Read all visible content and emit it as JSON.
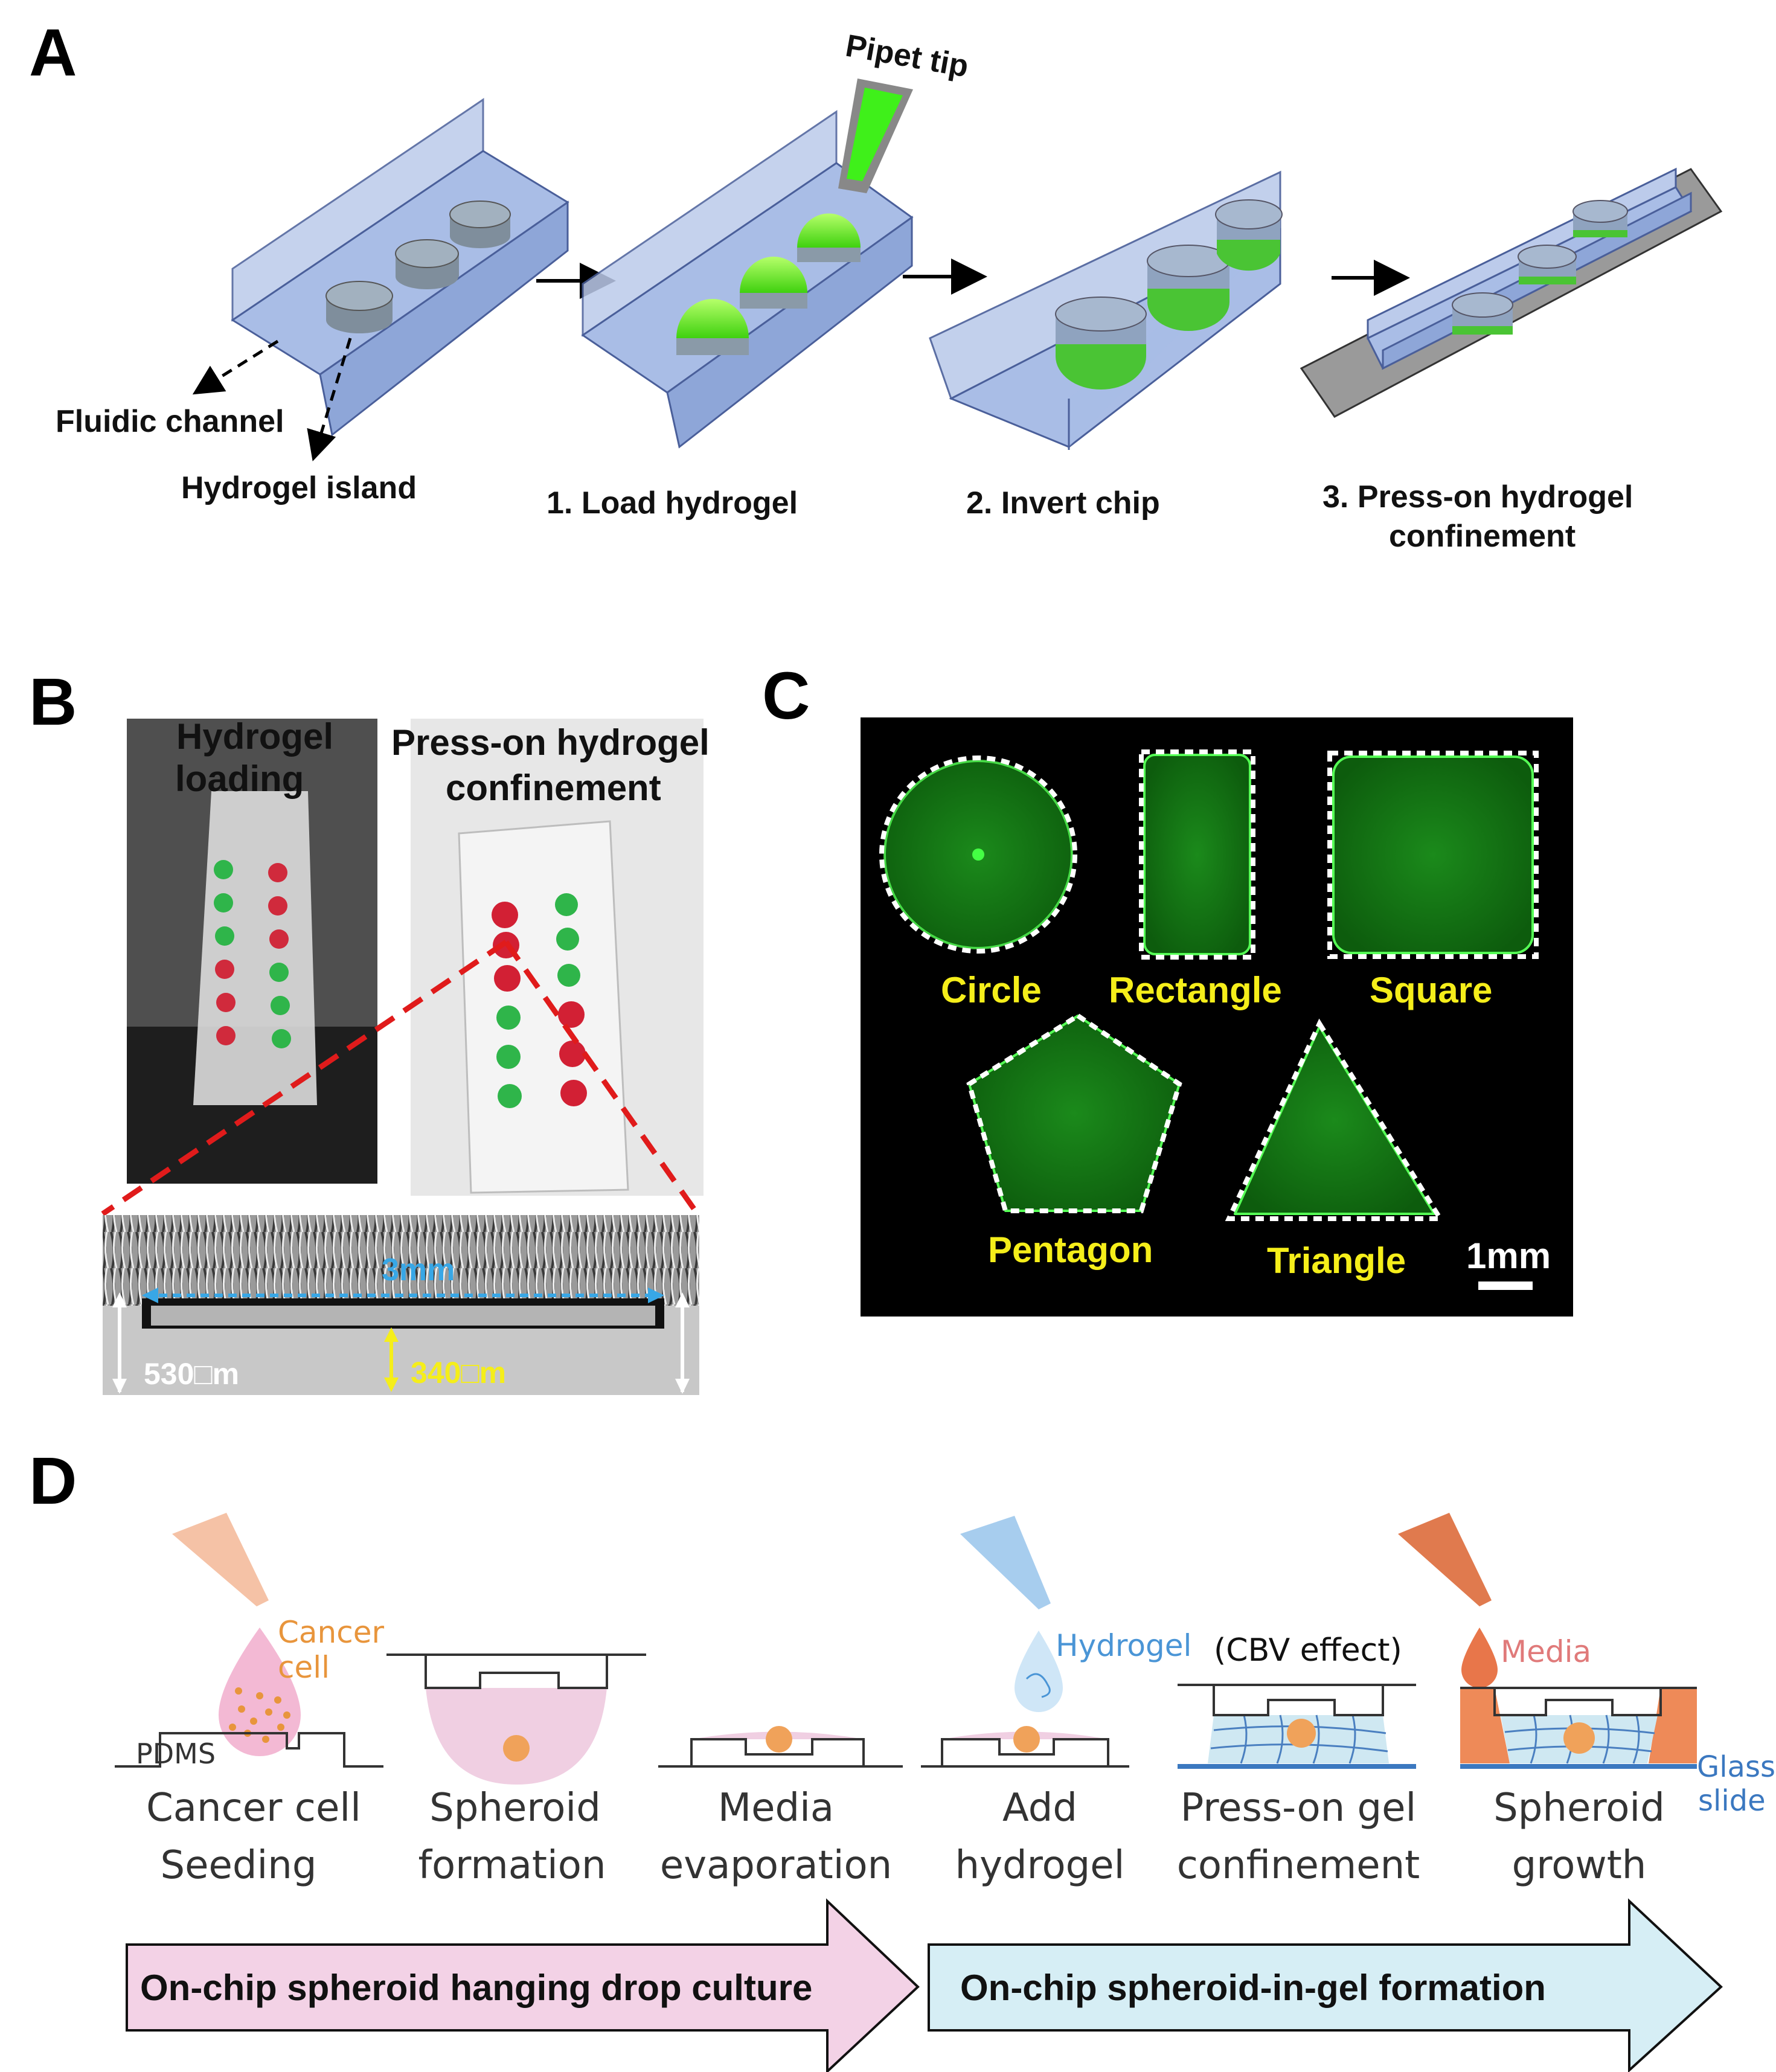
{
  "panels": {
    "A": {
      "letter": "A",
      "pipet_label": "Pipet tip",
      "channel_label": "Fluidic channel",
      "island_label": "Hydrogel island",
      "steps": [
        "1. Load hydrogel",
        "2. Invert chip",
        "3. Press-on hydrogel",
        "confinement"
      ]
    },
    "B": {
      "letter": "B",
      "photo1_title": [
        "Hydrogel",
        "loading"
      ],
      "photo2_title": [
        "Press-on hydrogel",
        "confinement"
      ],
      "width_label": "3mm",
      "height_left": "530□m",
      "height_inner": "340□m"
    },
    "C": {
      "letter": "C",
      "shapes": [
        "Circle",
        "Rectangle",
        "Square",
        "Pentagon",
        "Triangle"
      ],
      "scale_bar": "1mm"
    },
    "D": {
      "letter": "D",
      "cancer_label": [
        "Cancer",
        "cell"
      ],
      "pdms_label": "PDMS",
      "hydrogel_label": "Hydrogel",
      "cbv_label": "(CBV effect)",
      "media_label": "Media",
      "glass_label": [
        "Glass",
        "slide"
      ],
      "steps": [
        [
          "Cancer cell",
          "Seeding"
        ],
        [
          "Spheroid",
          "formation"
        ],
        [
          "Media",
          "evaporation"
        ],
        [
          "Add",
          "hydrogel"
        ],
        [
          "Press-on gel",
          "confinement"
        ],
        [
          "Spheroid",
          "growth"
        ]
      ],
      "banner_left": "On-chip spheroid hanging drop culture",
      "banner_right": "On-chip spheroid-in-gel formation"
    }
  },
  "colors": {
    "channel": "#a9bde6",
    "island": "#9aaab8",
    "gel_green": "#58e01c",
    "bright_yellow": "#f5ee1a",
    "pink": "#f3d2e6",
    "light_blue": "#d6eef5",
    "blue_label": "#4a95d6",
    "orange_label": "#e8953c",
    "dark_orange": "#e8764a"
  }
}
